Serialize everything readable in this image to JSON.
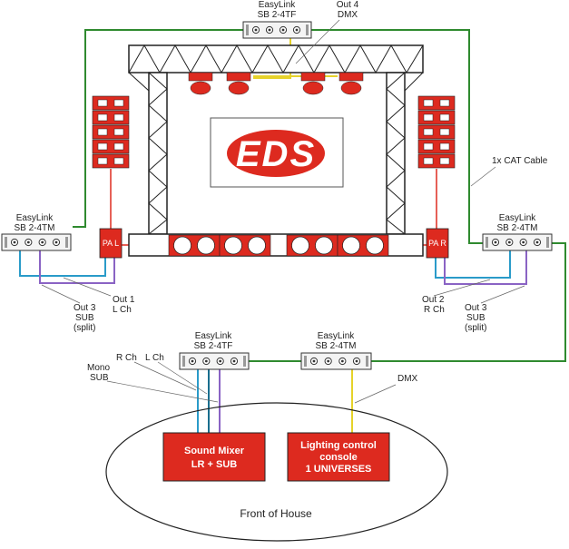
{
  "colors": {
    "red": "#dd2a1f",
    "dark_red": "#b8170f",
    "cat_cable": "#2f8a2f",
    "dmx": "#e6d22a",
    "left_ch": "#2a9bc9",
    "right_ch": "#1a6e8e",
    "sub": "#8a63c4"
  },
  "logo": {
    "text": "EDS"
  },
  "devices": {
    "top": {
      "line1": "EasyLink",
      "line2": "SB 2-4TF"
    },
    "left": {
      "line1": "EasyLink",
      "line2": "SB 2-4TM"
    },
    "right": {
      "line1": "EasyLink",
      "line2": "SB 2-4TM"
    },
    "foh_audio": {
      "line1": "EasyLink",
      "line2": "SB 2-4TF"
    },
    "foh_light": {
      "line1": "EasyLink",
      "line2": "SB 2-4TM"
    }
  },
  "labels": {
    "out4": {
      "line1": "Out 4",
      "line2": "DMX"
    },
    "cat_cable": "1x CAT Cable",
    "pa_left": "PA L",
    "pa_right": "PA R",
    "left_out1": {
      "line1": "Out 1",
      "line2": "L Ch"
    },
    "left_out3": {
      "line1": "Out 3",
      "line2": "SUB",
      "line3": "(split)"
    },
    "right_out2": {
      "line1": "Out 2",
      "line2": "R Ch"
    },
    "right_out3": {
      "line1": "Out 3",
      "line2": "SUB",
      "line3": "(split)"
    },
    "r_ch": "R Ch",
    "l_ch": "L Ch",
    "mono_sub": {
      "line1": "Mono",
      "line2": "SUB"
    },
    "dmx": "DMX",
    "front_of_house": "Front of House"
  },
  "boxes": {
    "sound_mixer": {
      "line1": "Sound Mixer",
      "line2": "LR + SUB"
    },
    "lighting": {
      "line1": "Lighting control",
      "line2": "console",
      "line3": "1 UNIVERSES"
    }
  }
}
